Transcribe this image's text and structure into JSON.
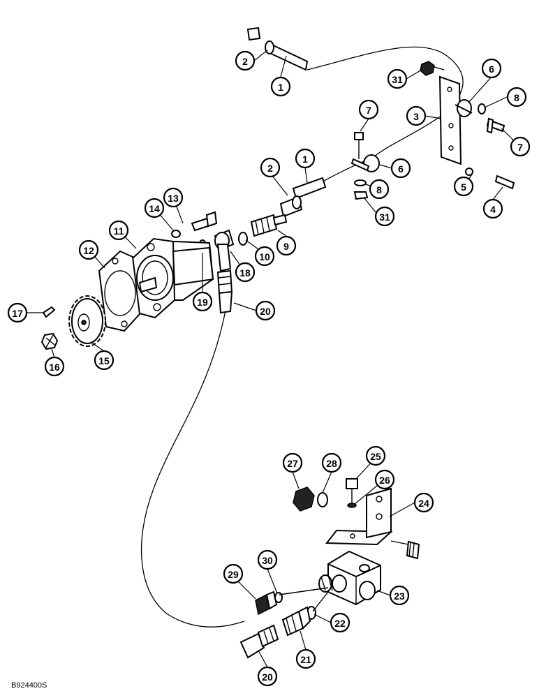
{
  "figure_code": "B924400S",
  "callouts": [
    "2",
    "1",
    "31",
    "6",
    "8",
    "3",
    "7",
    "7",
    "1",
    "2",
    "6",
    "8",
    "31",
    "5",
    "4",
    "13",
    "14",
    "11",
    "12",
    "9",
    "10",
    "18",
    "19",
    "20",
    "17",
    "16",
    "15",
    "27",
    "28",
    "25",
    "26",
    "24",
    "30",
    "29",
    "23",
    "22",
    "21",
    "20"
  ]
}
